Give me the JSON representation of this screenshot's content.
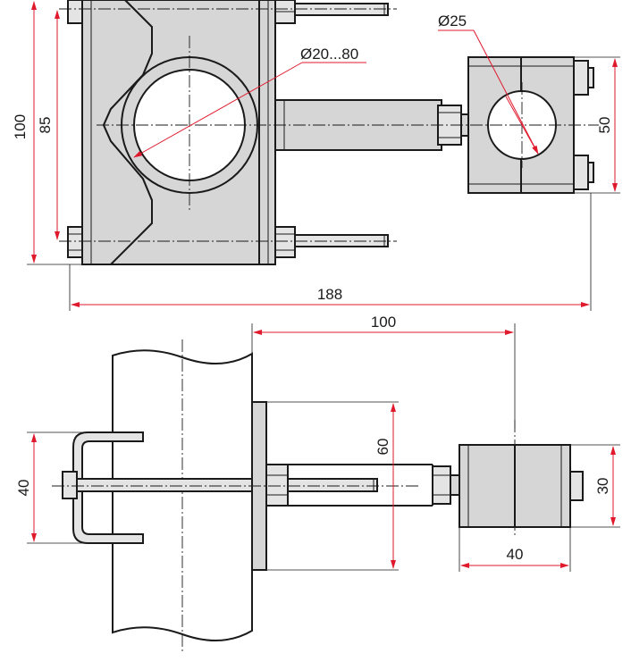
{
  "drawing": {
    "dimensions": {
      "top_height_total": "100",
      "top_height_bolts": "85",
      "clamp_range": "Ø20...80",
      "cable_clamp_diameter": "Ø25",
      "clamp_block_height": "50",
      "total_length": "188",
      "side_length": "100",
      "plate_height": "60",
      "ubolt_width": "40",
      "block_height_side": "30",
      "block_width_side": "40"
    }
  }
}
